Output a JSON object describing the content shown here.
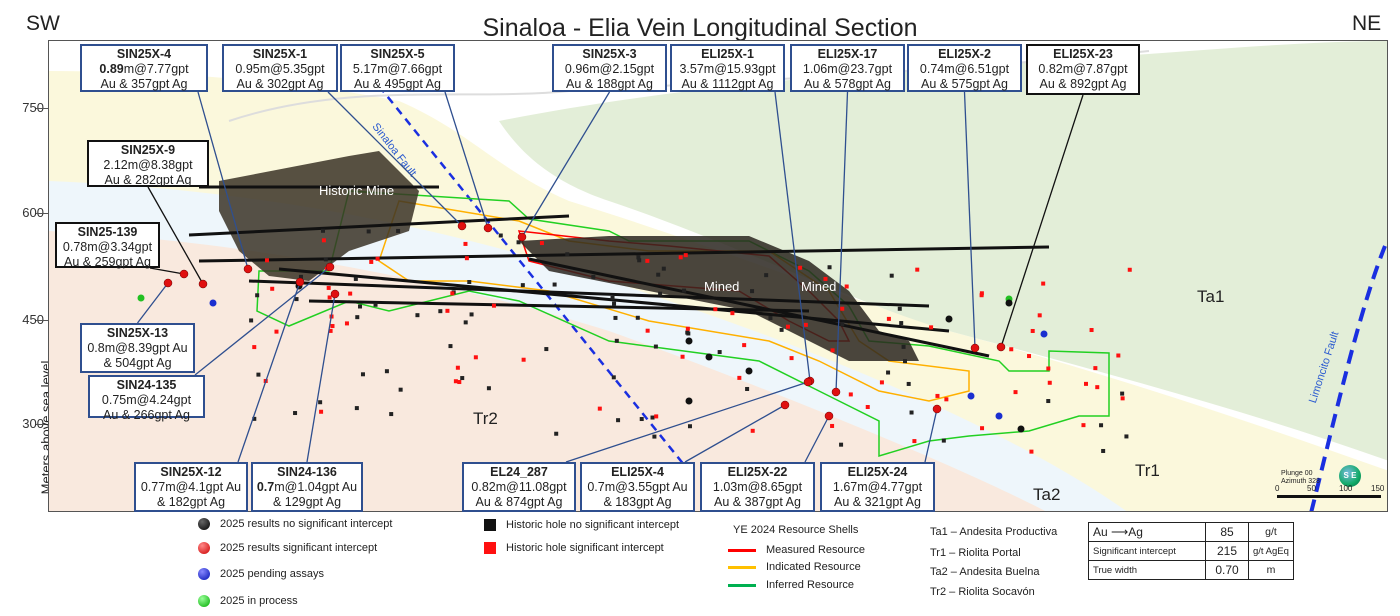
{
  "title": "Sinaloa - Elia Vein Longitudinal Section",
  "direction_left": "SW",
  "direction_right": "NE",
  "y_axis": {
    "label": "Meters above sea level",
    "ticks": [
      "750",
      "600",
      "450",
      "300"
    ]
  },
  "units": {
    "ta1": "Ta1",
    "tr1": "Tr1",
    "ta2": "Ta2",
    "tr2": "Tr2"
  },
  "map_labels": {
    "historic_mine": "Historic Mine",
    "mined_1": "Mined",
    "mined_2": "Mined",
    "sinaloa_fault": "Sinaloa Fault",
    "limoncito_fault": "Limoncito Fault"
  },
  "orientation": {
    "plunge": "Plunge 00",
    "azimuth": "Azimuth 328",
    "compass": "S  E"
  },
  "scale_bar": [
    "0",
    "50",
    "100",
    "150"
  ],
  "callouts": [
    {
      "hole": "SIN25X-4",
      "bold": "0.89",
      "line2": "m@7.77gpt",
      "line3": "Au & 357gpt Ag"
    },
    {
      "hole": "SIN25X-1",
      "bold": "",
      "line2": "0.95m@5.35gpt",
      "line3": "Au & 302gpt Ag"
    },
    {
      "hole": "SIN25X-5",
      "bold": "",
      "line2": "5.17m@7.66gpt",
      "line3": "Au & 495gpt Ag"
    },
    {
      "hole": "SIN25X-3",
      "bold": "",
      "line2": "0.96m@2.15gpt",
      "line3": "Au & 188gpt Ag"
    },
    {
      "hole": "ELI25X-1",
      "bold": "",
      "line2": "3.57m@15.93gpt",
      "line3": "Au & 1112gpt Ag"
    },
    {
      "hole": "ELI25X-17",
      "bold": "",
      "line2": "1.06m@23.7gpt",
      "line3": "Au & 578gpt Ag"
    },
    {
      "hole": "ELI25X-2",
      "bold": "",
      "line2": "0.74m@6.51gpt",
      "line3": "Au & 575gpt Ag"
    },
    {
      "hole": "ELI25X-23",
      "bold": "",
      "line2": "0.82m@7.87gpt",
      "line3": "Au & 892gpt Ag"
    },
    {
      "hole": "SIN25X-9",
      "bold": "",
      "line2": "2.12m@8.38gpt",
      "line3": "Au & 282gpt Ag"
    },
    {
      "hole": "SIN25-139",
      "bold": "",
      "line2": "0.78m@3.34gpt",
      "line3": "Au & 259gpt Ag"
    },
    {
      "hole": "SIN25X-13",
      "bold": "",
      "line2": "0.8m@8.39gpt Au",
      "line3": "& 504gpt Ag"
    },
    {
      "hole": "SIN24-135",
      "bold": "",
      "line2": "0.75m@4.24gpt",
      "line3": "Au & 266gpt Ag"
    },
    {
      "hole": "SIN25X-12",
      "bold": "",
      "line2": "0.77m@4.1gpt Au",
      "line3": "& 182gpt Ag"
    },
    {
      "hole": "SIN24-136",
      "bold": "0.7",
      "line2": "m@1.04gpt Au",
      "line3": "& 129gpt Ag"
    },
    {
      "hole": "EL24_287",
      "bold": "",
      "line2": "0.82m@11.08gpt",
      "line3": "Au & 874gpt Ag"
    },
    {
      "hole": "ELI25X-4",
      "bold": "",
      "line2": "0.7m@3.55gpt Au",
      "line3": "& 183gpt Ag"
    },
    {
      "hole": "ELI25X-22",
      "bold": "",
      "line2": "1.03m@8.65gpt",
      "line3": "Au & 387gpt Ag"
    },
    {
      "hole": "ELI25X-24",
      "bold": "",
      "line2": "1.67m@4.77gpt",
      "line3": "Au & 321gpt Ag"
    }
  ],
  "legend": {
    "drill_results": [
      {
        "label": "2025 results no significant intercept",
        "color": "#111111"
      },
      {
        "label": "2025 results significant intercept",
        "color": "#e01010"
      },
      {
        "label": "2025 pending assays",
        "color": "#1a2fd0"
      },
      {
        "label": "2025 in process",
        "color": "#22c022"
      }
    ],
    "historic": [
      {
        "label": "Historic hole no significant intercept",
        "color": "#111111"
      },
      {
        "label": "Historic hole significant intercept",
        "color": "#ff1010"
      }
    ],
    "resource_title": "YE 2024 Resource Shells",
    "resources": [
      {
        "label": "Measured Resource",
        "color": "#ff0000"
      },
      {
        "label": "Indicated Resource",
        "color": "#ffc000"
      },
      {
        "label": "Inferred Resource",
        "color": "#00b050"
      }
    ],
    "lithology": [
      "Ta1 – Andesita Productiva",
      "Tr1 –  Riolita Portal",
      "Ta2 – Andesita Buelna",
      "Tr2 – Riolita Socavón"
    ]
  },
  "parameters": [
    {
      "label": "Au",
      "arrow_to": "Ag",
      "value": "85",
      "unit": "g/t"
    },
    {
      "label": "Significant intercept",
      "value": "215",
      "unit": "g/t AgEq"
    },
    {
      "label": "True width",
      "value": "0.70",
      "unit": "m"
    }
  ]
}
